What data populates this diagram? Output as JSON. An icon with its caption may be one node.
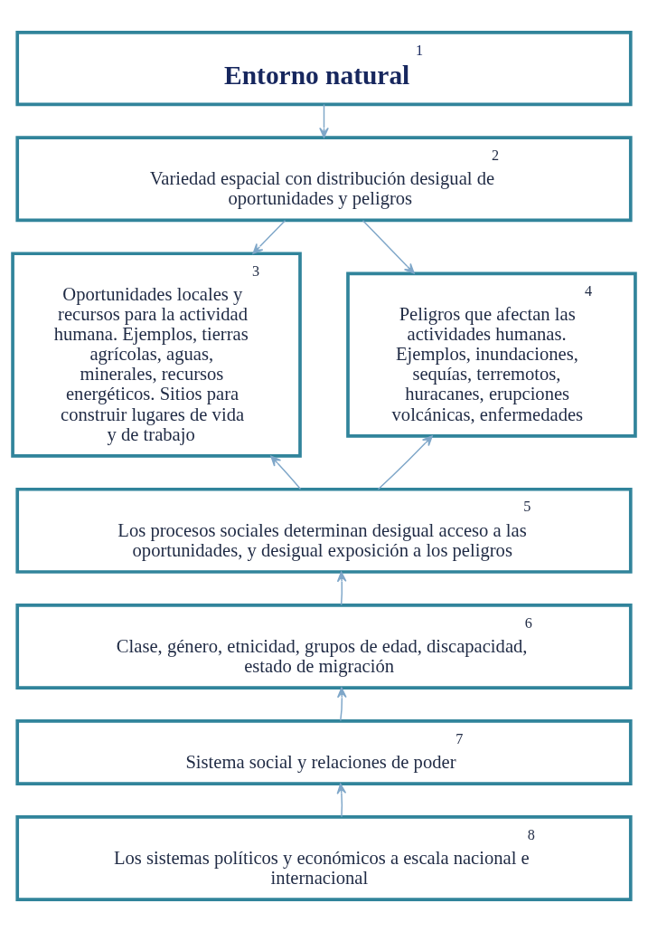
{
  "diagram": {
    "nodes": [
      {
        "text": [
          "1",
          "Entorno natural"
        ]
      },
      {
        "text": [
          "2",
          "Variedad espacial con distribución desigual de oportunidades y peligros"
        ]
      },
      {
        "text": [
          "3",
          "Oportunidades locales y recursos para la actividad humana. Ejemplos, tierras agrícolas, aguas, minerales, recursos energéticos. Sitios para construir lugares de vida y de trabajo"
        ]
      },
      {
        "text": [
          "4",
          "Peligros que afectan las actividades humanas. Ejemplos, inundaciones, sequías, terremotos, huracanes, erupciones volcánicas, enfermedades"
        ]
      },
      {
        "text": [
          "5",
          "Los procesos sociales determinan desigual acceso a las oportunidades, y desigual exposición a los peligros"
        ]
      },
      {
        "text": [
          "6",
          "Clase, género, etnicidad, grupos de edad, discapacidad, estado de migración"
        ]
      },
      {
        "text": [
          "7",
          "Sistema social y relaciones de poder"
        ]
      },
      {
        "text": [
          "8",
          "Los sistemas políticos y económicos a escala nacional e internacional"
        ]
      }
    ],
    "edges": [
      {
        "from": 0,
        "to": 1,
        "arrow": "to"
      },
      {
        "from": 1,
        "to": 2,
        "arrow": "to"
      },
      {
        "from": 1,
        "to": 3,
        "arrow": "to"
      },
      {
        "from": 4,
        "to": 2,
        "arrow": "to"
      },
      {
        "from": 4,
        "to": 3,
        "arrow": "to"
      },
      {
        "from": 5,
        "to": 4,
        "arrow": "to"
      },
      {
        "from": 6,
        "to": 5,
        "arrow": "to"
      },
      {
        "from": 7,
        "to": 6,
        "arrow": "to"
      }
    ]
  }
}
